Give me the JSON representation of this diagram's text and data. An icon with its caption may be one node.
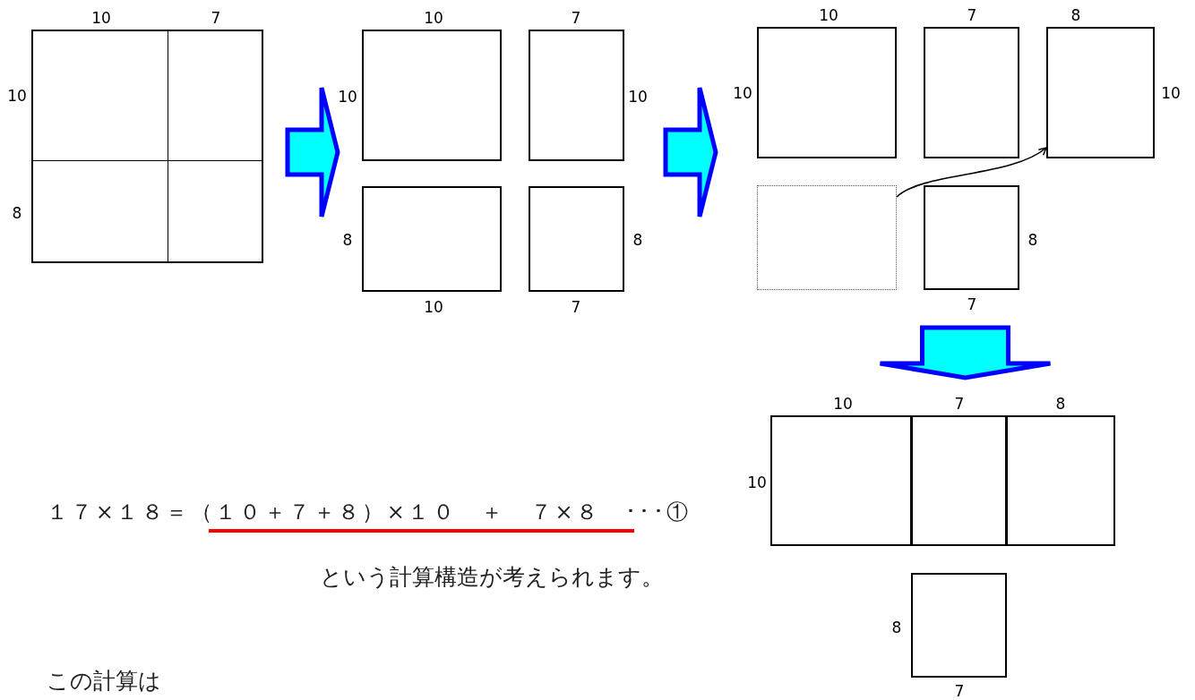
{
  "diagram": {
    "nodes": [
      {
        "text": [],
        "shape": "box"
      },
      {
        "text": [],
        "shape": "box"
      },
      {
        "text": [],
        "shape": "box"
      },
      {
        "text": [],
        "shape": "box"
      },
      {
        "text": [],
        "shape": "box"
      },
      {
        "text": [],
        "shape": "box"
      },
      {
        "text": [],
        "shape": "box"
      },
      {
        "text": [],
        "shape": "box"
      },
      {
        "text": [],
        "shape": "box"
      },
      {
        "text": [],
        "shape": "box"
      },
      {
        "text": [],
        "shape": "box"
      },
      {
        "text": [],
        "shape": "box"
      },
      {
        "text": [],
        "shape": "box"
      },
      {
        "text": [],
        "shape": "box"
      }
    ],
    "edges": [
      {
        "from": 0,
        "to": 1,
        "arrow": "to",
        "style": "thick",
        "color": "#0000ff"
      },
      {
        "from": 2,
        "to": 5,
        "arrow": "to",
        "style": "thick",
        "color": "#0000ff"
      },
      {
        "from": 8,
        "to": 7,
        "arrow": "to"
      },
      {
        "from": 9,
        "to": 11,
        "arrow": "to",
        "style": "thick",
        "color": "#0000ff"
      }
    ],
    "labels": [
      "10",
      "7",
      "10",
      "7",
      "10",
      "7",
      "8",
      "10",
      "10",
      "10",
      "10",
      "10",
      "8",
      "8",
      "8",
      "8",
      "10",
      "7",
      "7",
      "10",
      "7",
      "8",
      "10",
      "１７×１８＝（１０＋７＋８）×１０　＋　７×８　･･･①",
      "という計算構造が考えられます。",
      "8",
      "7",
      "この計算は"
    ]
  }
}
